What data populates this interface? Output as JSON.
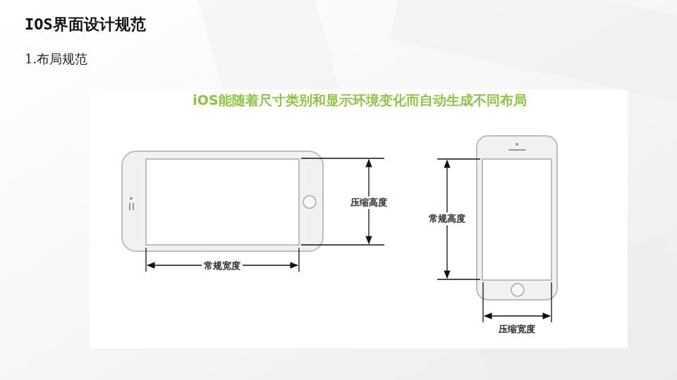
{
  "diagram": {
    "title": "IOS界面设计规范",
    "labels": [
      "1.布局规范",
      "iOS能随着尺寸类别和显示环境变化而自动生成不同布局",
      "压缩高度",
      "常规宽度",
      "常规高度",
      "压缩宽度"
    ]
  }
}
